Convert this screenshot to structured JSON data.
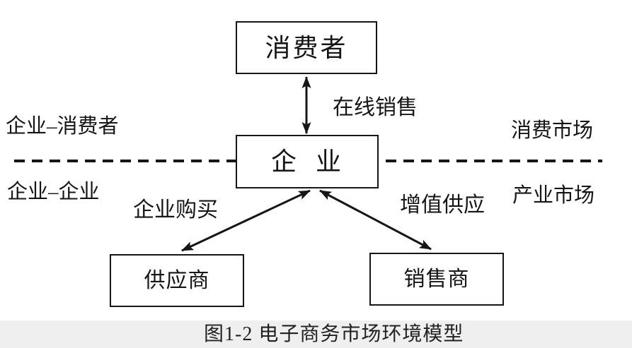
{
  "diagram": {
    "nodes": {
      "consumer": {
        "label": "消费者"
      },
      "enterprise": {
        "label": "企  业"
      },
      "supplier": {
        "label": "供应商"
      },
      "seller": {
        "label": "销售商"
      }
    },
    "edges": {
      "online_sales": {
        "label": "在线销售",
        "from": "消费者",
        "to": "企业",
        "style": "double-arrow"
      },
      "enterprise_purchase": {
        "label": "企业购买",
        "from": "企业",
        "to": "供应商",
        "style": "double-arrow"
      },
      "value_added_supply": {
        "label": "增值供应",
        "from": "企业",
        "to": "销售商",
        "style": "double-arrow"
      }
    },
    "regions": {
      "b2c": {
        "label": "企业–消费者"
      },
      "b2b": {
        "label": "企业–企业"
      },
      "consumer_market": {
        "label": "消费市场"
      },
      "industry_market": {
        "label": "产业市场"
      }
    },
    "divider": {
      "style": "dashed-horizontal-line"
    },
    "caption": "图1-2 电子商务市场环境模型",
    "colors": {
      "line": "#161616",
      "text": "#161616",
      "background": "#ffffff",
      "caption_band": "#efefef"
    }
  }
}
